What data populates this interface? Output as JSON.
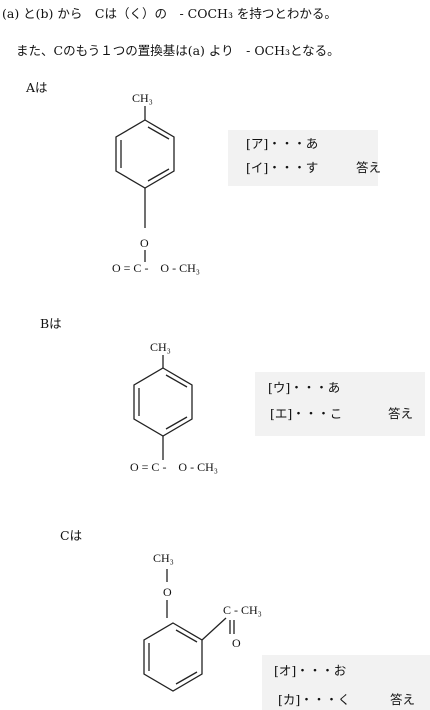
{
  "intro": {
    "line1": "(a) と(b) から　Cは（く）の　- COCH₃ を持つとわかる。",
    "line2": "また、Cのもう１つの置換基は(a) より　- OCH₃となる。"
  },
  "compoundA": {
    "heading": "Aは",
    "top_group": "CH₃",
    "link_atom": "O",
    "ester_line": "O = C -　O - CH₃",
    "answers": [
      {
        "label": "[ア]・・・あ"
      },
      {
        "label": "[イ]・・・す"
      }
    ],
    "answer_word": "答え"
  },
  "compoundB": {
    "heading": "Bは",
    "top_group": "CH₃",
    "ester_line": "O = C -　O - CH₃",
    "answers": [
      {
        "label": "[ウ]・・・あ"
      },
      {
        "label": "[エ]・・・こ"
      }
    ],
    "answer_word": "答え"
  },
  "compoundC": {
    "heading": "Cは",
    "methoxy_ch3": "CH₃",
    "methoxy_o": "O",
    "acetyl_group": "C - CH₃",
    "carbonyl_o": "O",
    "answers": [
      {
        "label": "[オ]・・・お"
      },
      {
        "label": "[カ]・・・く"
      }
    ],
    "answer_word": "答え"
  }
}
